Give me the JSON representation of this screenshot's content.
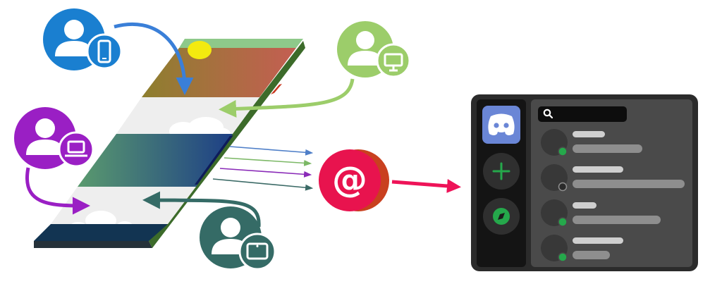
{
  "hub": {
    "symbol": "@"
  },
  "users": [
    {
      "color": "#1a7fd0",
      "device": "phone-icon"
    },
    {
      "color": "#9ccd6a",
      "device": "desktop-icon"
    },
    {
      "color": "#9a1fc4",
      "device": "laptop-icon"
    },
    {
      "color": "#356b66",
      "device": "tablet-icon"
    }
  ],
  "colors": {
    "hub": "#e8134e",
    "hub_shadow": "#c9401f",
    "output_arrow": "#ee1358",
    "panel_bg": "#2b2b2b",
    "server_rail": "#141414",
    "channel_area": "#4a4a4a",
    "app_icon": "#6a86d6",
    "accent_green": "#25a84b"
  },
  "app_window": {
    "icons": [
      "discord-logo-icon",
      "plus-icon",
      "compass-icon"
    ],
    "member_count": 4,
    "member_status": [
      "online",
      "offline",
      "online",
      "online"
    ]
  }
}
